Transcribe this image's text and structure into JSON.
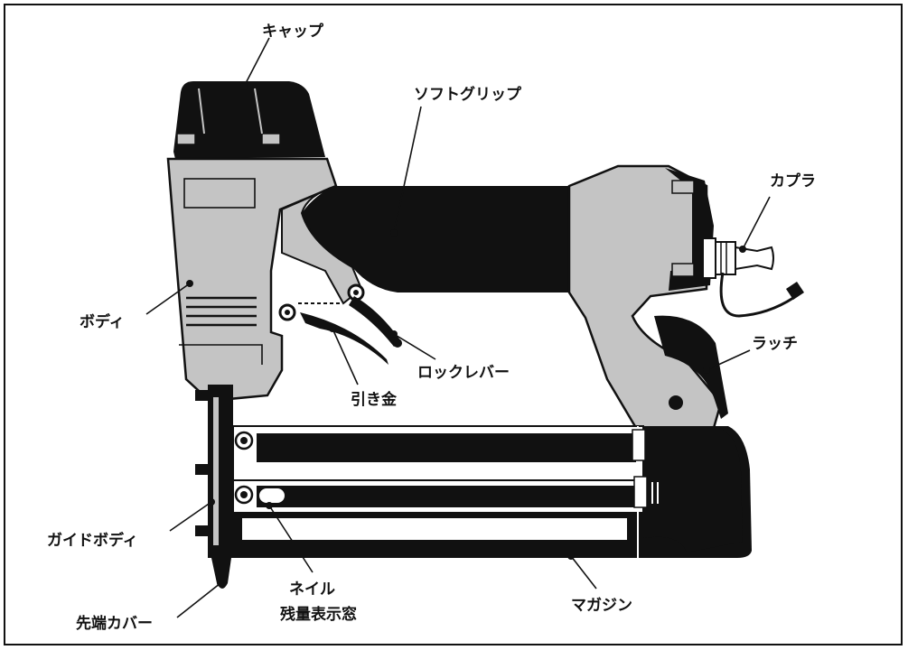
{
  "labels": {
    "cap": "キャップ",
    "soft_grip": "ソフトグリップ",
    "coupler": "カプラ",
    "body": "ボディ",
    "latch": "ラッチ",
    "lock_lever": "ロックレバー",
    "trigger": "引き金",
    "guide_body": "ガイドボディ",
    "nose_cover": "先端カバー",
    "nail_window_line1": "ネイル",
    "nail_window_line2": "残量表示窓",
    "magazine": "マガジン"
  },
  "colors": {
    "ink": "#111111",
    "body_gray": "#c4c4c4",
    "background": "#ffffff"
  }
}
